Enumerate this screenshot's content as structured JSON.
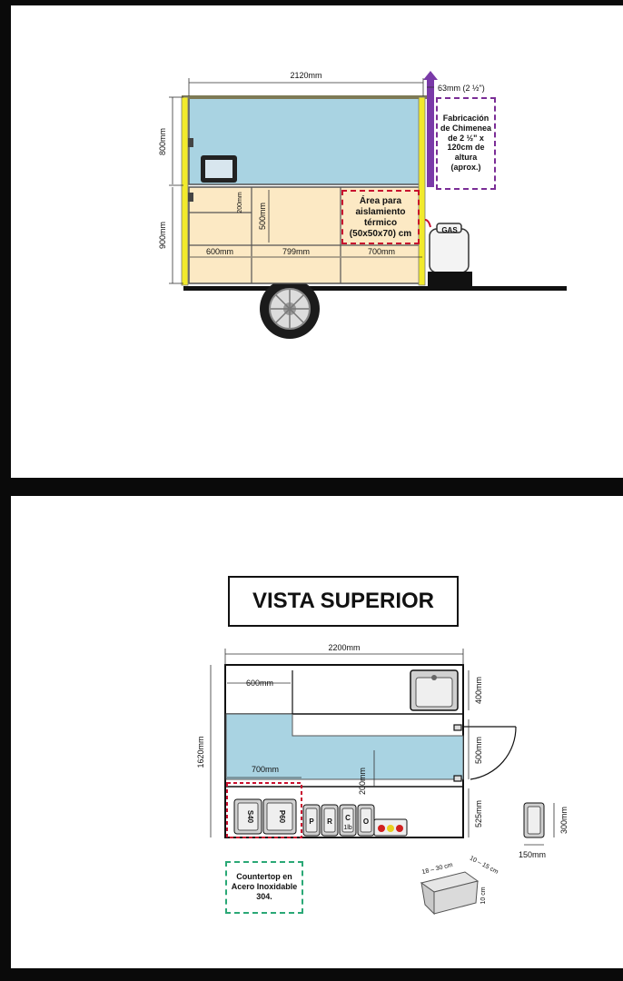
{
  "side_view": {
    "dims": {
      "total_length": "2120mm",
      "upper_height": "800mm",
      "lower_height": "900mm",
      "compartment_height": "500mm",
      "drawer_1": "600mm",
      "drawer_2": "799mm",
      "drawer_3": "700mm",
      "chimney_diameter": "63mm (2 ½\")",
      "small_tag": "200mm"
    },
    "chimney_note": [
      "Fabricación",
      "de Chimenea",
      "de 2 ½\" x",
      "120cm de",
      "altura",
      "(aprox.)"
    ],
    "thermal_note": [
      "Área para",
      "aislamiento",
      "térmico",
      "(50x50x70) cm"
    ],
    "gas_label": "GAS",
    "colors": {
      "glass": "#a9d3e2",
      "cabinet": "#fce9c4",
      "frame": "#f2ea2c",
      "chimney": "#7a3aa8",
      "note_red": "#c8102e"
    }
  },
  "top_view": {
    "title": "VISTA SUPERIOR",
    "dims": {
      "total_length": "2200mm",
      "total_width": "1620mm",
      "sink_depth": "400mm",
      "door_width": "500mm",
      "lower_depth": "525mm",
      "counter_width": "600mm",
      "left_counter_width": "700mm",
      "gap": "200mm",
      "pan_width": "150mm",
      "pan_depth": "300mm",
      "pan_len": "18 – 30 cm",
      "pan_wid": "10 – 15 cm",
      "pan_height": "10 cm"
    },
    "pans": [
      "S40",
      "P60",
      "P",
      "R",
      "C\n1lb",
      "O"
    ],
    "pan_labels": {
      "p1": "S40",
      "p2": "P60",
      "p3": "P",
      "p4": "R",
      "p5": "C",
      "p5b": "1lb",
      "p6": "O"
    },
    "countertop_note": [
      "Countertop en",
      "Acero Inoxidable",
      "304."
    ],
    "colors": {
      "counter": "#a9d3e2",
      "outline": "#111111",
      "note_green": "#2aa876"
    }
  }
}
